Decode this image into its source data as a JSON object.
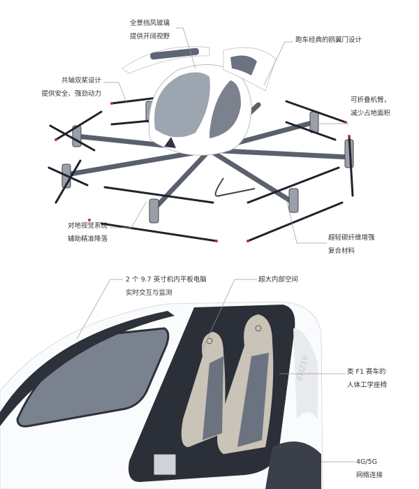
{
  "colors": {
    "text": "#333333",
    "leader_line": "#9a9a9a",
    "body_white": "#ffffff",
    "frame_dark": "#3a3f4a",
    "propeller_tip": "#c0303a",
    "seat_grey": "#6b7380",
    "seat_beige": "#c9c3b8"
  },
  "top_annotations": {
    "windshield": {
      "line1": "全景挡风玻璃",
      "line2": "提供开阔视野"
    },
    "gullwing": {
      "line1": "跑车经典的鸥翼门设计"
    },
    "coaxial": {
      "line1": "共轴双桨设计",
      "line2": "提供安全、强劲动力"
    },
    "folding_arm": {
      "line1": "可折叠机臂，",
      "line2": "减少占地面积"
    },
    "carbon_fiber": {
      "line1": "超轻碳纤维增强",
      "line2": "复合材料"
    },
    "vision": {
      "line1": "对地视觉系统",
      "line2": "辅助精准降落"
    }
  },
  "bottom_annotations": {
    "tablets": {
      "line1": "2 个 9.7 英寸机内平板电脑",
      "line2": "实时交互与监测"
    },
    "space": {
      "line1": "超大内部空间"
    },
    "seat": {
      "line1": "类 F1 赛车的",
      "line2": "人体工学座椅"
    },
    "network": {
      "line1": "4G/5G",
      "line2": "网络连接"
    }
  },
  "body_marking": "EH216"
}
